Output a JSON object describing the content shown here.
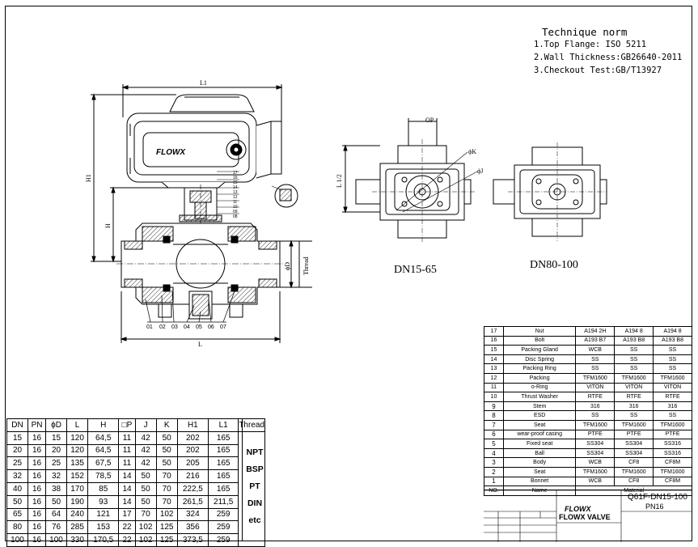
{
  "technique": {
    "title": "Technique norm",
    "lines": [
      "1.Top Flange: ISO 5211",
      "2.Wall Thickness:GB26640-2011",
      "3.Checkout Test:GB/T13927"
    ]
  },
  "views": {
    "label_a": "DN15-65",
    "label_b": "DN80-100",
    "dim_L1": "L1",
    "dim_H1": "H1",
    "dim_H": "H",
    "dim_L": "L",
    "dim_D": "ϕD",
    "dim_thread": "Thread",
    "dim_OP": "OP",
    "dim_K": "ϕK",
    "dim_J": "ϕJ",
    "dim_L2": "L 1/2",
    "callouts_bottom": [
      "01",
      "02",
      "03",
      "04",
      "05",
      "06",
      "07"
    ],
    "callouts_right": [
      "17",
      "16",
      "15",
      "14",
      "13",
      "12",
      "11",
      "10",
      "09",
      "08"
    ],
    "brand_mark": "FLOWX"
  },
  "dimensions_table": {
    "headers": [
      "DN",
      "PN",
      "ϕD",
      "L",
      "H",
      "□P",
      "J",
      "K",
      "H1",
      "L1",
      "Thread"
    ],
    "rows": [
      [
        "15",
        "16",
        "15",
        "120",
        "64,5",
        "11",
        "42",
        "50",
        "202",
        "165"
      ],
      [
        "20",
        "16",
        "20",
        "120",
        "64,5",
        "11",
        "42",
        "50",
        "202",
        "165"
      ],
      [
        "25",
        "16",
        "25",
        "135",
        "67,5",
        "11",
        "42",
        "50",
        "205",
        "165"
      ],
      [
        "32",
        "16",
        "32",
        "152",
        "78,5",
        "14",
        "50",
        "70",
        "216",
        "165"
      ],
      [
        "40",
        "16",
        "38",
        "170",
        "85",
        "14",
        "50",
        "70",
        "222,5",
        "165"
      ],
      [
        "50",
        "16",
        "50",
        "190",
        "93",
        "14",
        "50",
        "70",
        "261,5",
        "211,5"
      ],
      [
        "65",
        "16",
        "64",
        "240",
        "121",
        "17",
        "70",
        "102",
        "324",
        "259"
      ],
      [
        "80",
        "16",
        "76",
        "285",
        "153",
        "22",
        "102",
        "125",
        "356",
        "259"
      ],
      [
        "100",
        "16",
        "100",
        "330",
        "170,5",
        "22",
        "102",
        "125",
        "373,5",
        "259"
      ]
    ],
    "thread_types": [
      "NPT",
      "BSP",
      "PT",
      "DIN",
      "etc"
    ]
  },
  "parts_table": {
    "rows": [
      [
        "17",
        "Nut",
        "A194 2H",
        "A194 8",
        "A194 8"
      ],
      [
        "16",
        "Bolt",
        "A193 B7",
        "A193 B8",
        "A193 B8"
      ],
      [
        "15",
        "Packing Gland",
        "WCB",
        "SS",
        "SS"
      ],
      [
        "14",
        "Disc Spring",
        "SS",
        "SS",
        "SS"
      ],
      [
        "13",
        "Packing Ring",
        "SS",
        "SS",
        "SS"
      ],
      [
        "12",
        "Packing",
        "TFM1600",
        "TFM1600",
        "TFM1600"
      ],
      [
        "11",
        "o-Ring",
        "VITON",
        "VITON",
        "VITON"
      ],
      [
        "10",
        "Thrust Washer",
        "RTFE",
        "RTFE",
        "RTFE"
      ],
      [
        "9",
        "Stem",
        "316",
        "316",
        "316"
      ],
      [
        "8",
        "ESD",
        "SS",
        "SS",
        "SS"
      ],
      [
        "7",
        "Seat",
        "TFM1600",
        "TFM1600",
        "TFM1600"
      ],
      [
        "6",
        "wear-proof casing",
        "PTFE",
        "PTFE",
        "PTFE"
      ],
      [
        "5",
        "Fixed seat",
        "SS304",
        "SS304",
        "SS316"
      ],
      [
        "4",
        "Ball",
        "SS304",
        "SS304",
        "SS316"
      ],
      [
        "3",
        "Body",
        "WCB",
        "CF8",
        "CF8M"
      ],
      [
        "2",
        "Seat",
        "TFM1600",
        "TFM1600",
        "TFM1600"
      ],
      [
        "1",
        "Bonnet",
        "WCB",
        "CF8",
        "CF8M"
      ]
    ],
    "footer_no": "NO.",
    "footer_name": "Name",
    "footer_material": "Material"
  },
  "title_block": {
    "model": "Q61F-DN15-100",
    "pn": "PN16",
    "brand": "FLOWX",
    "company": "FLOWX VALVE"
  }
}
